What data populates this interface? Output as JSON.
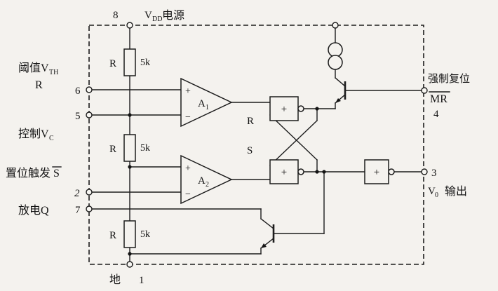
{
  "pins": {
    "vdd": {
      "num": "8",
      "v": "V",
      "sub": "DD",
      "name": "电源"
    },
    "threshold": {
      "num": "6",
      "text": "阈值V",
      "sub": "TH",
      "line2": "R"
    },
    "control": {
      "num": "5",
      "text": "控制V",
      "sub": "C"
    },
    "trigger": {
      "num": "2",
      "text": "置位触发",
      "sbar": "S"
    },
    "discharge": {
      "num": "7",
      "text": "放电Q"
    },
    "ground": {
      "num": "1",
      "text": "地"
    },
    "reset": {
      "num": "4",
      "text": "强制复位",
      "mr": "MR"
    },
    "output": {
      "num": "3",
      "v": "V",
      "sub": "0",
      "text": "输出"
    }
  },
  "components": {
    "r1": {
      "name": "R",
      "value": "5k"
    },
    "r2": {
      "name": "R",
      "value": "5k"
    },
    "r3": {
      "name": "R",
      "value": "5k"
    },
    "a1": {
      "name": "A",
      "sub": "1",
      "plus": "+",
      "minus": "−"
    },
    "a2": {
      "name": "A",
      "sub": "2",
      "plus": "+",
      "minus": "−"
    },
    "latch": {
      "r": "R",
      "s": "S",
      "gate_symbol": "+"
    },
    "out_gate": {
      "symbol": "+"
    }
  }
}
